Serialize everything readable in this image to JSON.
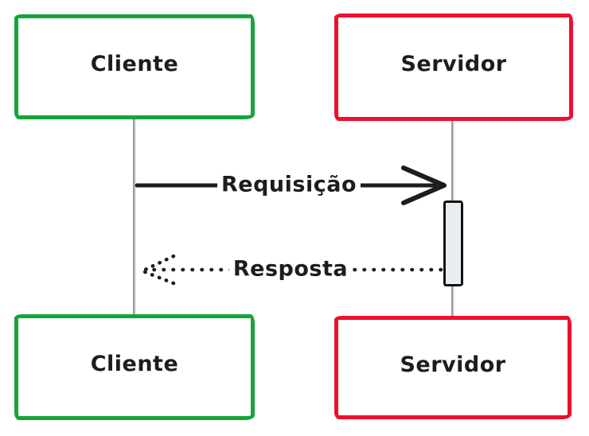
{
  "colors": {
    "green": "#16a43a",
    "red": "#ee0f2d",
    "ink": "#1d1d1d",
    "lifeline": "#9a9a9a",
    "activation_fill": "#e9edf2",
    "background": "#ffffff"
  },
  "diagram": {
    "type": "sequence",
    "actors": [
      {
        "id": "cliente",
        "label": "Cliente",
        "color": "#16a43a"
      },
      {
        "id": "servidor",
        "label": "Servidor",
        "color": "#ee0f2d"
      }
    ],
    "messages": [
      {
        "from": "cliente",
        "to": "servidor",
        "label": "Requisição",
        "line": "solid",
        "arrowhead": "open"
      },
      {
        "from": "servidor",
        "to": "cliente",
        "label": "Resposta",
        "line": "dotted",
        "arrowhead": "open-dotted"
      }
    ],
    "activation": {
      "actor": "servidor",
      "starts_at": "Requisição",
      "ends_at": "Resposta"
    }
  }
}
